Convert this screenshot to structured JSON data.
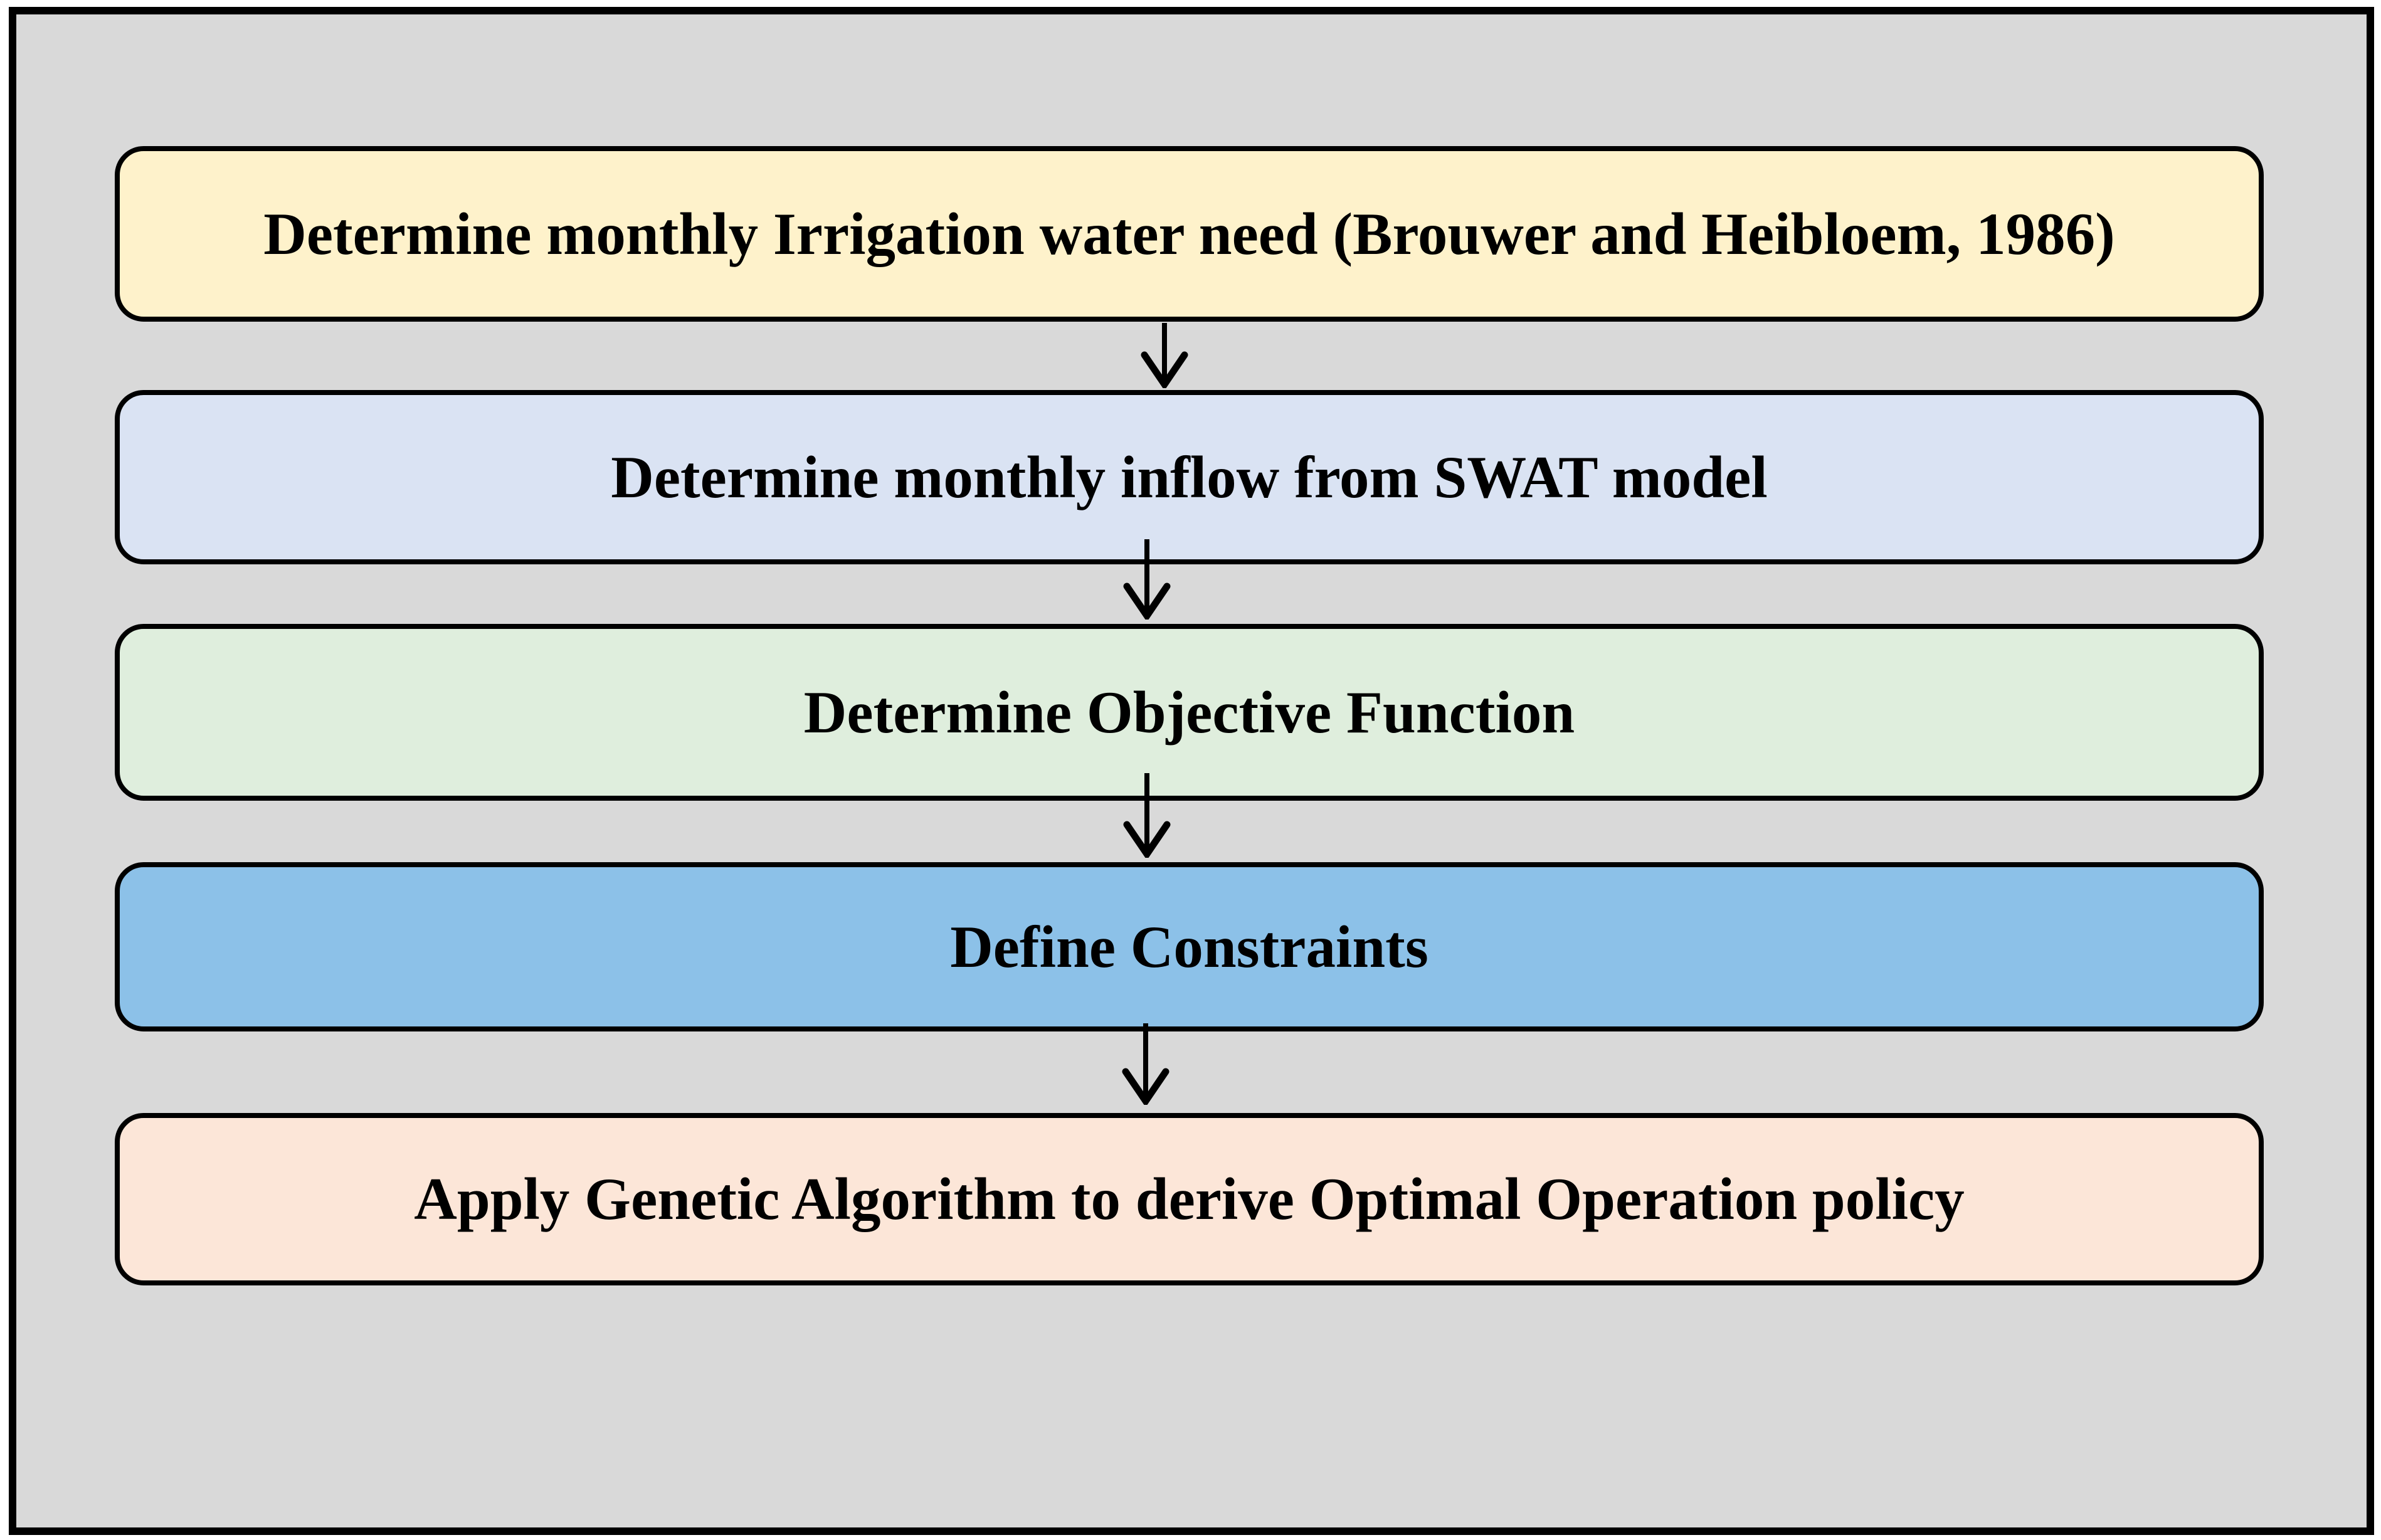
{
  "flowchart": {
    "background_color": "#D9D9D9",
    "frame_border_color": "#000000",
    "arrow_color": "#000000",
    "text_color": "#000000",
    "boxes": [
      {
        "label": "Determine monthly Irrigation water need (Brouwer and Heibloem, 1986)",
        "fill": "#FEF2CB"
      },
      {
        "label": "Determine monthly inflow from SWAT model",
        "fill": "#DAE3F3"
      },
      {
        "label": "Determine Objective Function",
        "fill": "#DFEEDD"
      },
      {
        "label": "Define Constraints",
        "fill": "#8CC1E8"
      },
      {
        "label": "Apply Genetic Algorithm to derive Optimal Operation policy",
        "fill": "#FCE6D8"
      }
    ],
    "flow_order": [
      "Determine monthly Irrigation water need (Brouwer and Heibloem, 1986)",
      "Determine monthly inflow from SWAT model",
      "Determine Objective Function",
      "Define Constraints",
      "Apply Genetic Algorithm to derive Optimal Operation policy"
    ]
  }
}
